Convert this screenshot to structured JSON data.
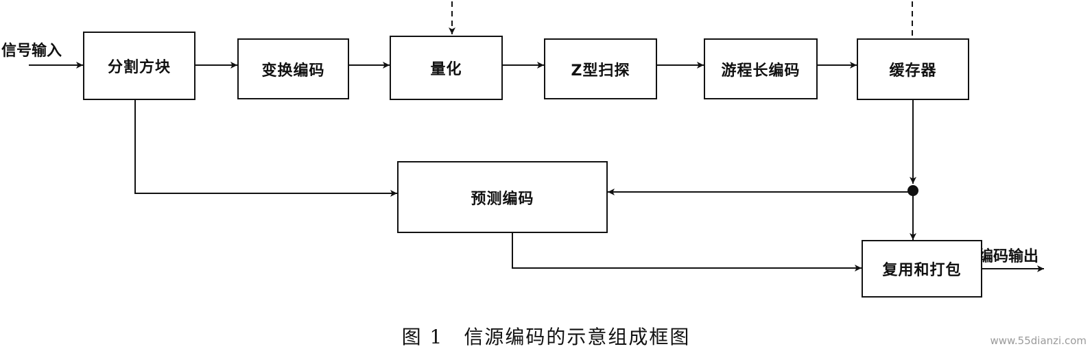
{
  "nodes": {
    "split": "分割方块",
    "transform": "变换编码",
    "quantize": "量化",
    "zscan": "Z型扫探",
    "rle": "游程长编码",
    "buffer": "缓存器",
    "predict": "预测编码",
    "mux": "复用和打包"
  },
  "labels": {
    "input": "信号输入",
    "output": "编码输出"
  },
  "caption": "图 1　信源编码的示意组成框图",
  "watermark": "www.55dianzi.com",
  "colors": {
    "line": "#111111",
    "background": "#ffffff",
    "watermark": "#9a9a9a"
  }
}
